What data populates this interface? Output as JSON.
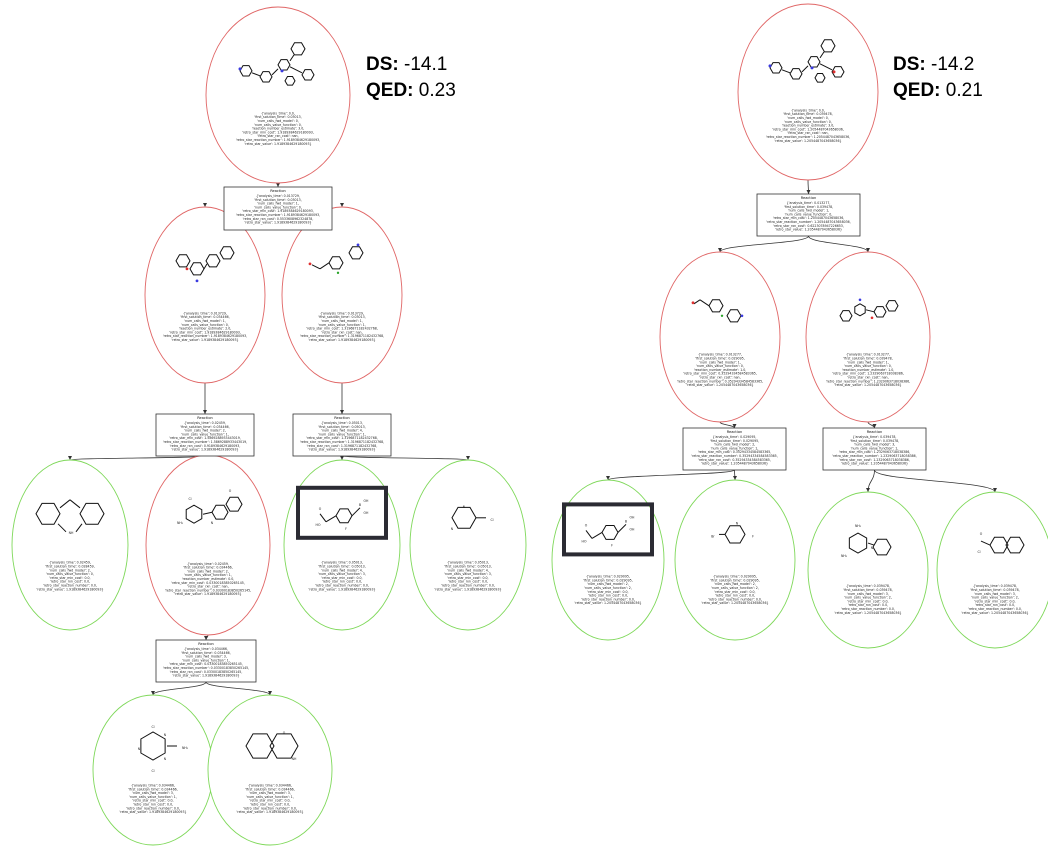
{
  "trees": [
    {
      "metrics": {
        "ds_label": "DS:",
        "ds_value": " -14.1",
        "qed_label": "QED:",
        "qed_value": " 0.23"
      },
      "nodes": [
        {
          "id": "root",
          "color": "red",
          "highlight": false,
          "molecule": "target-A",
          "lines": [
            "{'analysis_time': 0.0,",
            "'first_solution_time': 0.03013,",
            "'num_calls_fwd_model': 0,",
            "'num_calls_value_function': 0,",
            "'reaction_number_estimate': 3.0,",
            "'retro_star_min_cost': 1.9189384629180093,",
            "'retro_star_rxn_cost': nan,",
            "'retro_star_reaction_number': 1.9189384629180093,",
            "'retro_star_value': 1.9189384629180093}"
          ]
        },
        {
          "id": "m1",
          "color": "red",
          "highlight": false,
          "molecule": "intermediate-A1",
          "lines": [
            "{'analysis_time': 0.013729,",
            "'first_solution_time': 0.034466,",
            "'num_calls_fwd_model': 1,",
            "'num_calls_value_function': 0,",
            "'reaction_number_estimate': 2.0,",
            "'retro_star_min_cost': 1.9189384629180093,",
            "'retro_star_reaction_number': 1.9189384629180093,",
            "'retro_star_value': 1.9189384629180093}"
          ]
        },
        {
          "id": "m2",
          "color": "red",
          "highlight": false,
          "molecule": "pyrimidine-acid",
          "lines": [
            "{'analysis_time': 0.013729,",
            "'first_solution_time': 0.03013,",
            "'num_calls_fwd_model': 1,",
            "'num_calls_value_function': 1,",
            "'retro_star_min_cost': 1.3196871182432768,",
            "'retro_star_rxn_cost': nan,",
            "'retro_star_reaction_number': 1.3196871182432768,",
            "'retro_star_value': 1.9189384629180093}"
          ]
        },
        {
          "id": "l1",
          "color": "green",
          "highlight": false,
          "molecule": "dibenzazepine",
          "lines": [
            "{'analysis_time': 0.02459,",
            "'first_solution_time': 0.028459,",
            "'num_calls_fwd_model': 2,",
            "'num_calls_value_function': 0,",
            "'retro_star_min_cost': 0.0,",
            "'retro_star_rxn_cost': 0.0,",
            "'retro_star_reaction_number': 0.0,",
            "'retro_star_value': 1.9189384629180093}"
          ]
        },
        {
          "id": "m3",
          "color": "red",
          "highlight": false,
          "molecule": "triazine-amine",
          "lines": [
            "{'analysis_time': 0.02459,",
            "'first_solution_time': 0.034466,",
            "'num_calls_fwd_model': 2,",
            "'num_calls_value_function': 1,",
            "'reaction_number_estimate': 0.0,",
            "'retro_star_min_cost': 0.03300183850265145,",
            "'retro_star_rxn_cost': nan,",
            "'retro_star_reaction_number': 0.03300183850265145,",
            "'retro_star_value': 1.9189384629180093}"
          ]
        },
        {
          "id": "l2",
          "color": "green",
          "highlight": true,
          "molecule": "boronic-acid",
          "lines": [
            "{'analysis_time': 0.05013,",
            "'first_solution_time': 0.05013,",
            "'num_calls_fwd_model': 4,",
            "'num_calls_value_function': 3,",
            "'retro_star_min_cost': 0.0,",
            "'retro_star_rxn_cost': 0.0,",
            "'retro_star_reaction_number': 0.0,",
            "'retro_star_value': 1.9189384629180093}"
          ]
        },
        {
          "id": "l3",
          "color": "green",
          "highlight": false,
          "molecule": "chloropyrimidine",
          "lines": [
            "{'analysis_time': 0.05013,",
            "'first_solution_time': 0.05013,",
            "'num_calls_fwd_model': 4,",
            "'num_calls_value_function': 3,",
            "'retro_star_min_cost': 0.0,",
            "'retro_star_rxn_cost': 0.0,",
            "'retro_star_reaction_number': 0.0,",
            "'retro_star_value': 1.9189384629180093}"
          ]
        },
        {
          "id": "l4",
          "color": "green",
          "highlight": false,
          "molecule": "dichlorotriazine",
          "label_NH2": "NH₂",
          "lines": [
            "{'analysis_time': 0.034466,",
            "'first_solution_time': 0.034466,",
            "'num_calls_fwd_model': 3,",
            "'num_calls_value_function': 1,",
            "'retro_star_min_cost': 0.0,",
            "'retro_star_rxn_cost': 0.0,",
            "'retro_star_reaction_number': 0.0,",
            "'retro_star_value': 1.9189384629180093}"
          ]
        },
        {
          "id": "l5",
          "color": "green",
          "highlight": false,
          "molecule": "benzoxazine",
          "lines": [
            "{'analysis_time': 0.034466,",
            "'first_solution_time': 0.034466,",
            "'num_calls_fwd_model': 3,",
            "'num_calls_value_function': 1,",
            "'retro_star_min_cost': 0.0,",
            "'retro_star_rxn_cost': 0.0,",
            "'retro_star_reaction_number': 0.0,",
            "'retro_star_value': 1.9189384629180093}"
          ]
        }
      ],
      "reactions": [
        {
          "id": "r1",
          "title": "Reaction",
          "lines": [
            "{'analysis_time': 0.013729,",
            "'first_solution_time': 0.03013,",
            "'num_calls_fwd_model': 1,",
            "'num_calls_value_function': 0,",
            "'retro_star_min_cost': 1.9189384629180093,",
            "'retro_star_reaction_number': 1.9189384629180093,",
            "'retro_star_rxn_cost': 0.5533608962324878,",
            "'retro_star_value': 1.9189384629180093}"
          ]
        },
        {
          "id": "r2",
          "title": "Reaction",
          "lines": [
            "{'analysis_time': 0.02459,",
            "'first_solution_time': 0.034466,",
            "'num_calls_fwd_model': 2,",
            "'num_calls_value_function': 1,",
            "'retro_star_min_cost': 1.5869288933443019,",
            "'retro_star_reaction_number': 1.5869288933443019,",
            "'retro_star_rxn_cost': 0.9189384629180093,",
            "'retro_star_value': 1.9189384629180093}"
          ]
        },
        {
          "id": "r3",
          "title": "Reaction",
          "lines": [
            "{'analysis_time': 0.05013,",
            "'first_solution_time': 0.05013,",
            "'num_calls_fwd_model': 4,",
            "'num_calls_value_function': 1,",
            "'retro_star_min_cost': 1.3196871182432768,",
            "'retro_star_reaction_number': 1.3196871182432768,",
            "'retro_star_rxn_cost': 1.3196871182432768,",
            "'retro_star_value': 1.9189384629180093}"
          ]
        },
        {
          "id": "r4",
          "title": "Reaction",
          "lines": [
            "{'analysis_time': 0.034466,",
            "'first_solution_time': 0.034466,",
            "'num_calls_fwd_model': 3,",
            "'num_calls_value_function': 1,",
            "'retro_star_min_cost': 0.03300183850265145,",
            "'retro_star_reaction_number': 0.03300183850265145,",
            "'retro_star_rxn_cost': 0.03300183850265145,",
            "'retro_star_value': 1.9189384629180093}"
          ]
        }
      ]
    },
    {
      "metrics": {
        "ds_label": "DS:",
        "ds_value": " -14.2",
        "qed_label": "QED:",
        "qed_value": " 0.21"
      },
      "nodes": [
        {
          "id": "root",
          "color": "red",
          "highlight": false,
          "molecule": "target-B",
          "lines": [
            "{'analysis_time': 0.0,",
            "'first_solution_time': 0.039478,",
            "'num_calls_fwd_model': 0,",
            "'num_calls_value_function': 0,",
            "'reaction_number_estimate': 3.0,",
            "'retro_star_min_cost': 1.2054487043658036,",
            "'retro_star_rxn_cost': nan,",
            "'retro_star_reaction_number': 1.2054487043658036,",
            "'retro_star_value': 1.2054487043658036}"
          ]
        },
        {
          "id": "m1",
          "color": "red",
          "highlight": false,
          "molecule": "aryl-acid",
          "lines": [
            "{'analysis_time': 0.013277,",
            "'first_solution_time': 0.029095,",
            "'num_calls_fwd_model': 1,",
            "'num_calls_value_function': 0,",
            "'reaction_number_estimate': 1.0,",
            "'retro_star_min_cost': 0.35294334584583365,",
            "'retro_star_rxn_cost': nan,",
            "'retro_star_reaction_number': 0.35294334584583365,",
            "'retro_star_value': 1.2054487043658036}"
          ]
        },
        {
          "id": "m2",
          "color": "red",
          "highlight": false,
          "molecule": "triazine-amide",
          "lines": [
            "{'analysis_time': 0.013277,",
            "'first_solution_time': 0.039478,",
            "'num_calls_fwd_model': 1,",
            "'num_calls_value_function': 0,",
            "'reaction_number_estimate': 1.0,",
            "'retro_star_min_cost': 1.2329063718038386,",
            "'retro_star_rxn_cost': nan,",
            "'retro_star_reaction_number': 1.2329063718038386,",
            "'retro_star_value': 1.2054487043658036}"
          ]
        },
        {
          "id": "l1",
          "color": "green",
          "highlight": true,
          "molecule": "boronic-acid",
          "lines": [
            "{'analysis_time': 0.029095,",
            "'first_solution_time': 0.029095,",
            "'num_calls_fwd_model': 2,",
            "'num_calls_value_function': 2,",
            "'retro_star_min_cost': 0.0,",
            "'retro_star_rxn_cost': 0.0,",
            "'retro_star_reaction_number': 0.0,",
            "'retro_star_value': 1.2054487043658036}"
          ]
        },
        {
          "id": "l2",
          "color": "green",
          "highlight": false,
          "molecule": "bromofluoropyridine",
          "label_Br": "Br",
          "label_N": "N",
          "label_F": "F",
          "lines": [
            "{'analysis_time': 0.029095,",
            "'first_solution_time': 0.029095,",
            "'num_calls_fwd_model': 2,",
            "'num_calls_value_function': 2,",
            "'retro_star_min_cost': 0.0,",
            "'retro_star_rxn_cost': 0.0,",
            "'retro_star_reaction_number': 0.0,",
            "'retro_star_value': 1.2054487043658036}"
          ]
        },
        {
          "id": "l3",
          "color": "green",
          "highlight": false,
          "molecule": "triazine-indoline",
          "lines": [
            "{'analysis_time': 0.039478,",
            "'first_solution_time': 0.039478,",
            "'num_calls_fwd_model': 3,",
            "'num_calls_value_function': 2,",
            "'retro_star_min_cost': 0.0,",
            "'retro_star_rxn_cost': 0.0,",
            "'retro_star_reaction_number': 0.0,",
            "'retro_star_value': 1.2054487043658036}"
          ]
        },
        {
          "id": "l4",
          "color": "green",
          "highlight": false,
          "molecule": "naphthoyl-chloride",
          "label_Cl": "Cl",
          "label_O": "O",
          "lines": [
            "{'analysis_time': 0.039478,",
            "'first_solution_time': 0.039478,",
            "'num_calls_fwd_model': 3,",
            "'num_calls_value_function': 2,",
            "'retro_star_min_cost': 0.0,",
            "'retro_star_rxn_cost': 0.0,",
            "'retro_star_reaction_number': 0.0,",
            "'retro_star_value': 1.2054487043658036}"
          ]
        }
      ],
      "reactions": [
        {
          "id": "r1",
          "title": "Reaction",
          "lines": [
            "{'analysis_time': 0.013277,",
            "'first_solution_time': 0.039478,",
            "'num_calls_fwd_model': 1,",
            "'num_calls_value_function': 0,",
            "'retro_star_min_cost': 1.2054487043658036,",
            "'retro_star_reaction_number': 1.2054487043658036,",
            "'retro_star_rxn_cost': 0.6223078947226653,",
            "'retro_star_value': 1.2054487043658036}"
          ]
        },
        {
          "id": "r2",
          "title": "Reaction",
          "lines": [
            "{'analysis_time': 0.029095,",
            "'first_solution_time': 0.029095,",
            "'num_calls_fwd_model': 2,",
            "'num_calls_value_function': 1,",
            "'retro_star_min_cost': 0.35294334584583365,",
            "'retro_star_reaction_number': 0.35294334584583365,",
            "'retro_star_rxn_cost': 0.35294334584583365,",
            "'retro_star_value': 1.2054487043658036}"
          ]
        },
        {
          "id": "r3",
          "title": "Reaction",
          "lines": [
            "{'analysis_time': 0.039478,",
            "'first_solution_time': 0.039478,",
            "'num_calls_fwd_model': 3,",
            "'num_calls_value_function': 1,",
            "'retro_star_min_cost': 1.2329063718038386,",
            "'retro_star_reaction_number': 1.2329063718038386,",
            "'retro_star_rxn_cost': 1.2329063718038386,",
            "'retro_star_value': 1.2054487043658036}"
          ]
        }
      ]
    }
  ],
  "colors": {
    "red_node": "#e06666",
    "green_node": "#7fd85a",
    "highlight_box": "#2b2b33",
    "edge": "#333333"
  },
  "atom_labels": {
    "NH": "NH",
    "N": "N",
    "O": "O",
    "Cl": "Cl",
    "F": "F",
    "NH2": "NH₂",
    "OH": "OH",
    "B": "B",
    "HO": "HO"
  }
}
